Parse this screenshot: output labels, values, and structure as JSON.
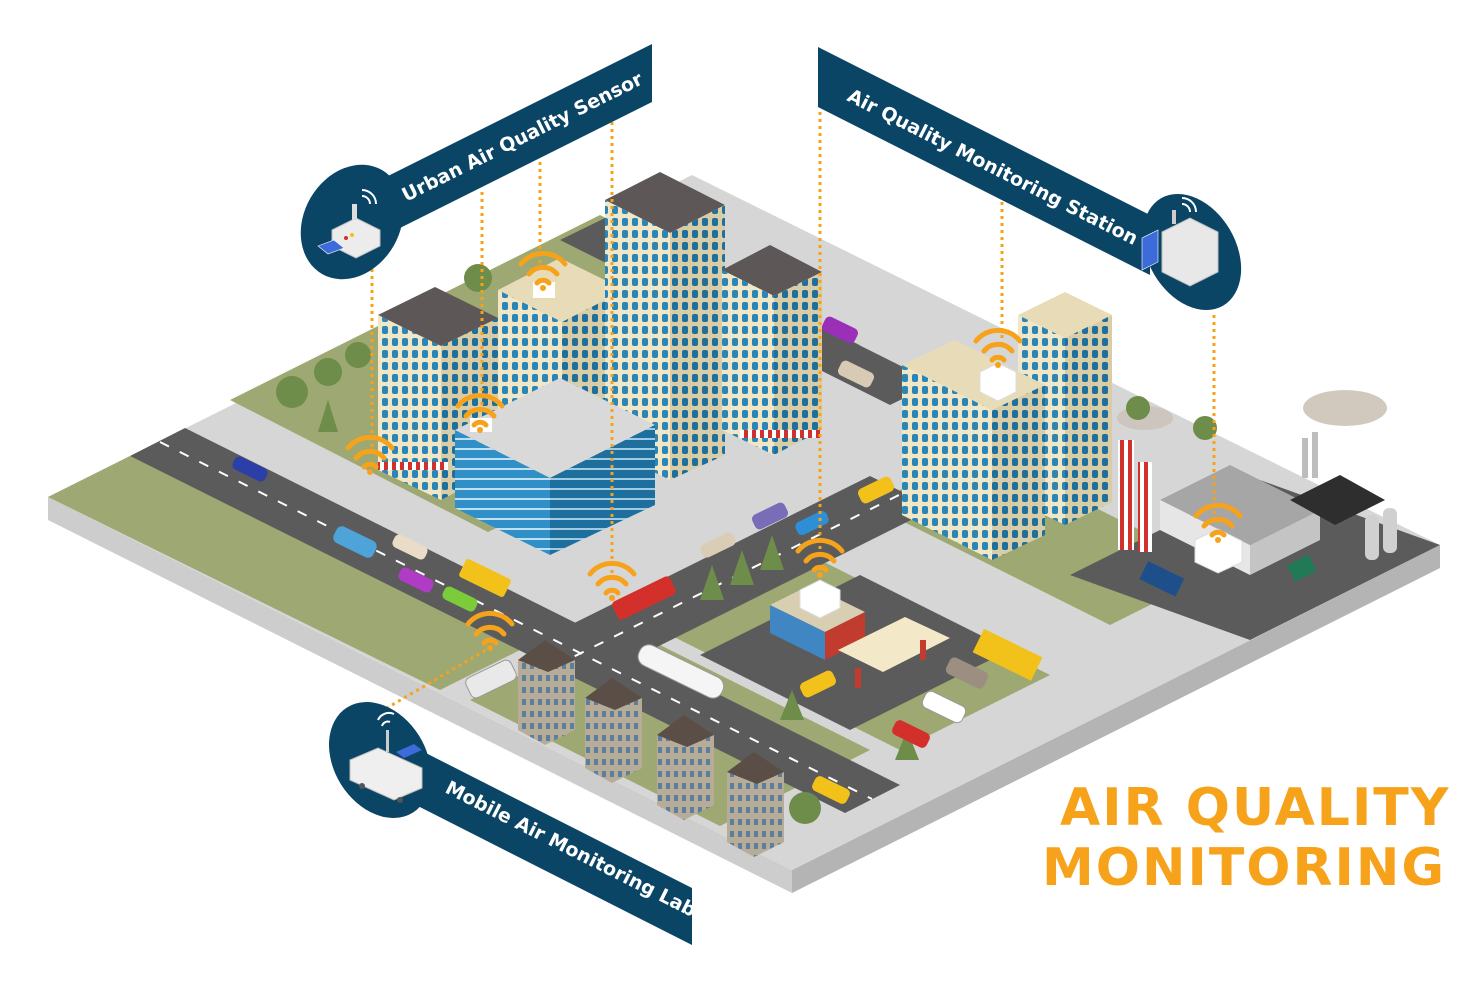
{
  "title": {
    "line1": "AIR QUALITY",
    "line2": "MONITORING",
    "color": "#F7A21B"
  },
  "callouts": [
    {
      "id": "urban-sensor",
      "label": "Urban Air Quality Sensor",
      "icon": "sensor-box-with-solar-panel-icon"
    },
    {
      "id": "monitoring-station",
      "label": "Air Quality Monitoring Station",
      "icon": "monitoring-cabinet-with-solar-panel-icon"
    },
    {
      "id": "mobile-lab",
      "label": "Mobile Air Monitoring Lab",
      "icon": "van-with-antenna-icon"
    }
  ],
  "colors": {
    "banner": "#0B4566",
    "accent": "#F7A21B",
    "grass": "#9DA872",
    "pavement": "#D6D6D6",
    "road": "#5B5B5B",
    "base_side": "#C9C9C9",
    "building_cream": "#F1E6C6",
    "glass_blue": "#2B86B8",
    "roof_dark": "#5E5758",
    "factory_grey": "#BDBDBD"
  },
  "scene": {
    "zones": [
      "downtown-office-block",
      "residential-row-houses",
      "gas-station",
      "industrial-factory",
      "main-road",
      "cross-street"
    ],
    "wifi_signal_count": 8
  }
}
